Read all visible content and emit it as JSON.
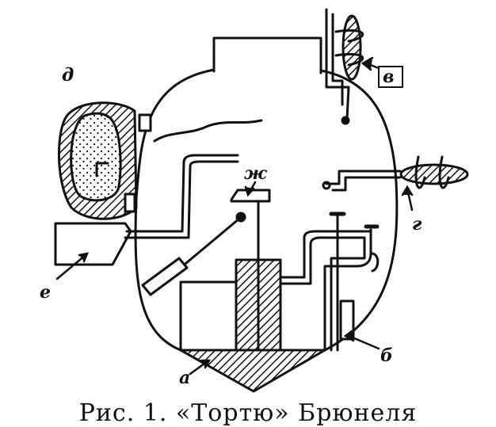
{
  "labels": {
    "a": "а",
    "b": "б",
    "v": "в",
    "g": "г",
    "d": "д",
    "e": "е",
    "zh": "ж"
  },
  "caption": "Рис. 1. «Тортю» Брюнеля"
}
